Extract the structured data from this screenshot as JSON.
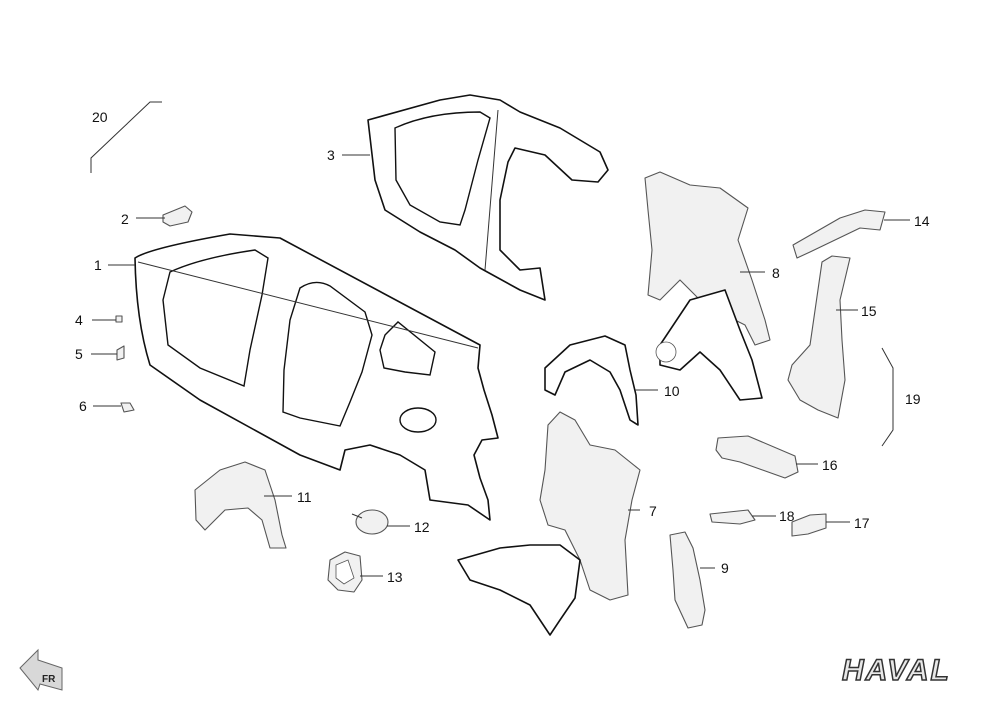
{
  "callouts": [
    {
      "id": "1",
      "label": "1"
    },
    {
      "id": "2",
      "label": "2"
    },
    {
      "id": "3",
      "label": "3"
    },
    {
      "id": "4",
      "label": "4"
    },
    {
      "id": "5",
      "label": "5"
    },
    {
      "id": "6",
      "label": "6"
    },
    {
      "id": "7",
      "label": "7"
    },
    {
      "id": "8",
      "label": "8"
    },
    {
      "id": "9",
      "label": "9"
    },
    {
      "id": "10",
      "label": "10"
    },
    {
      "id": "11",
      "label": "11"
    },
    {
      "id": "12",
      "label": "12"
    },
    {
      "id": "13",
      "label": "13"
    },
    {
      "id": "14",
      "label": "14"
    },
    {
      "id": "15",
      "label": "15"
    },
    {
      "id": "16",
      "label": "16"
    },
    {
      "id": "17",
      "label": "17"
    },
    {
      "id": "18",
      "label": "18"
    },
    {
      "id": "19",
      "label": "19"
    },
    {
      "id": "20",
      "label": "20"
    }
  ],
  "direction_badge": {
    "label": "FR",
    "icon": "front-arrow-icon"
  },
  "brand_logo": {
    "text": "HAVAL"
  }
}
